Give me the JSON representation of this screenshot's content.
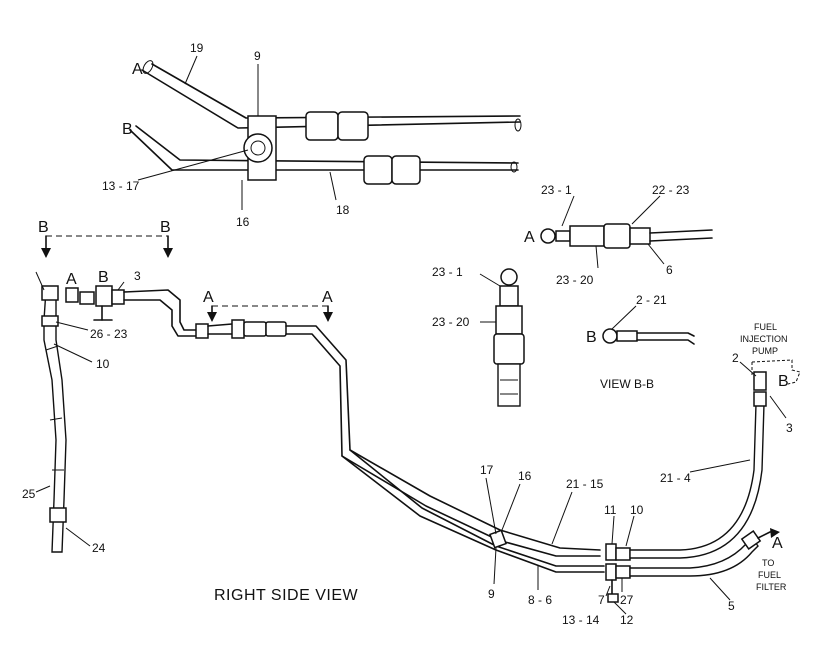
{
  "letters": {
    "a": "A",
    "b": "B"
  },
  "callouts": {
    "n19": "19",
    "n9": "9",
    "n13_17": "13 - 17",
    "n16": "16",
    "n18": "18",
    "n23_1": "23 - 1",
    "n22_23": "22 - 23",
    "n23_20": "23 - 20",
    "n6": "6",
    "n2_21": "2 - 21",
    "n3": "3",
    "n26_23": "26 - 23",
    "n10": "10",
    "n25": "25",
    "n24": "24",
    "n17": "17",
    "n21_15": "21 - 15",
    "n11": "11",
    "n8_6": "8 - 6",
    "n7": "7",
    "n27": "27",
    "n13_14": "13 - 14",
    "n12": "12",
    "n5": "5",
    "n2": "2",
    "n21_4": "21 - 4"
  },
  "notes": {
    "fuel": "FUEL",
    "injection": "INJECTION",
    "pump": "PUMP",
    "to": "TO",
    "fuel_filter_1": "FUEL",
    "filter": "FILTER",
    "view_bb": "VIEW  B-B",
    "title": "RIGHT SIDE VIEW"
  }
}
